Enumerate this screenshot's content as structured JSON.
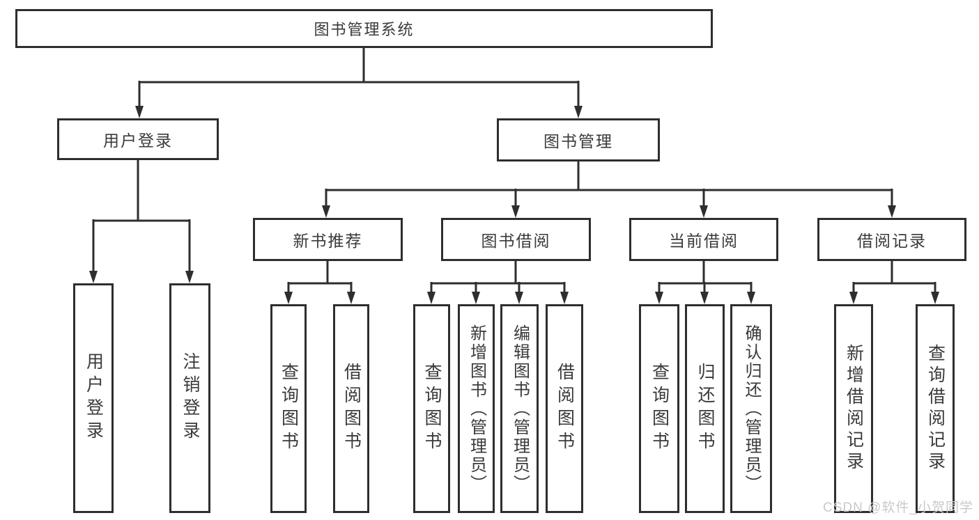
{
  "diagram": {
    "title": "图书管理系统",
    "root": {
      "label": "图书管理系统"
    },
    "level2": {
      "user_login": {
        "label": "用户登录"
      },
      "book_mgmt": {
        "label": "图书管理"
      }
    },
    "level3": {
      "new_books": {
        "label": "新书推荐"
      },
      "book_borrow": {
        "label": "图书借阅"
      },
      "current_borrow": {
        "label": "当前借阅"
      },
      "borrow_records": {
        "label": "借阅记录"
      }
    },
    "leaves": {
      "user_login": [
        "用户登录",
        "注销登录"
      ],
      "new_books": [
        "查询图书",
        "借阅图书"
      ],
      "book_borrow": [
        "查询图书",
        "新增图书（管理员）",
        "编辑图书（管理员）",
        "借阅图书"
      ],
      "current_borrow": [
        "查询图书",
        "归还图书",
        "确认归还（管理员）"
      ],
      "borrow_records": [
        "新增借阅记录",
        "查询借阅记录"
      ]
    },
    "colors": {
      "line": "#2e2e2e",
      "text": "#3a3a3a",
      "watermark": "#c9c9c9",
      "background": "#ffffff"
    }
  },
  "watermark": {
    "text": "CSDN @软件_小贺同学"
  }
}
